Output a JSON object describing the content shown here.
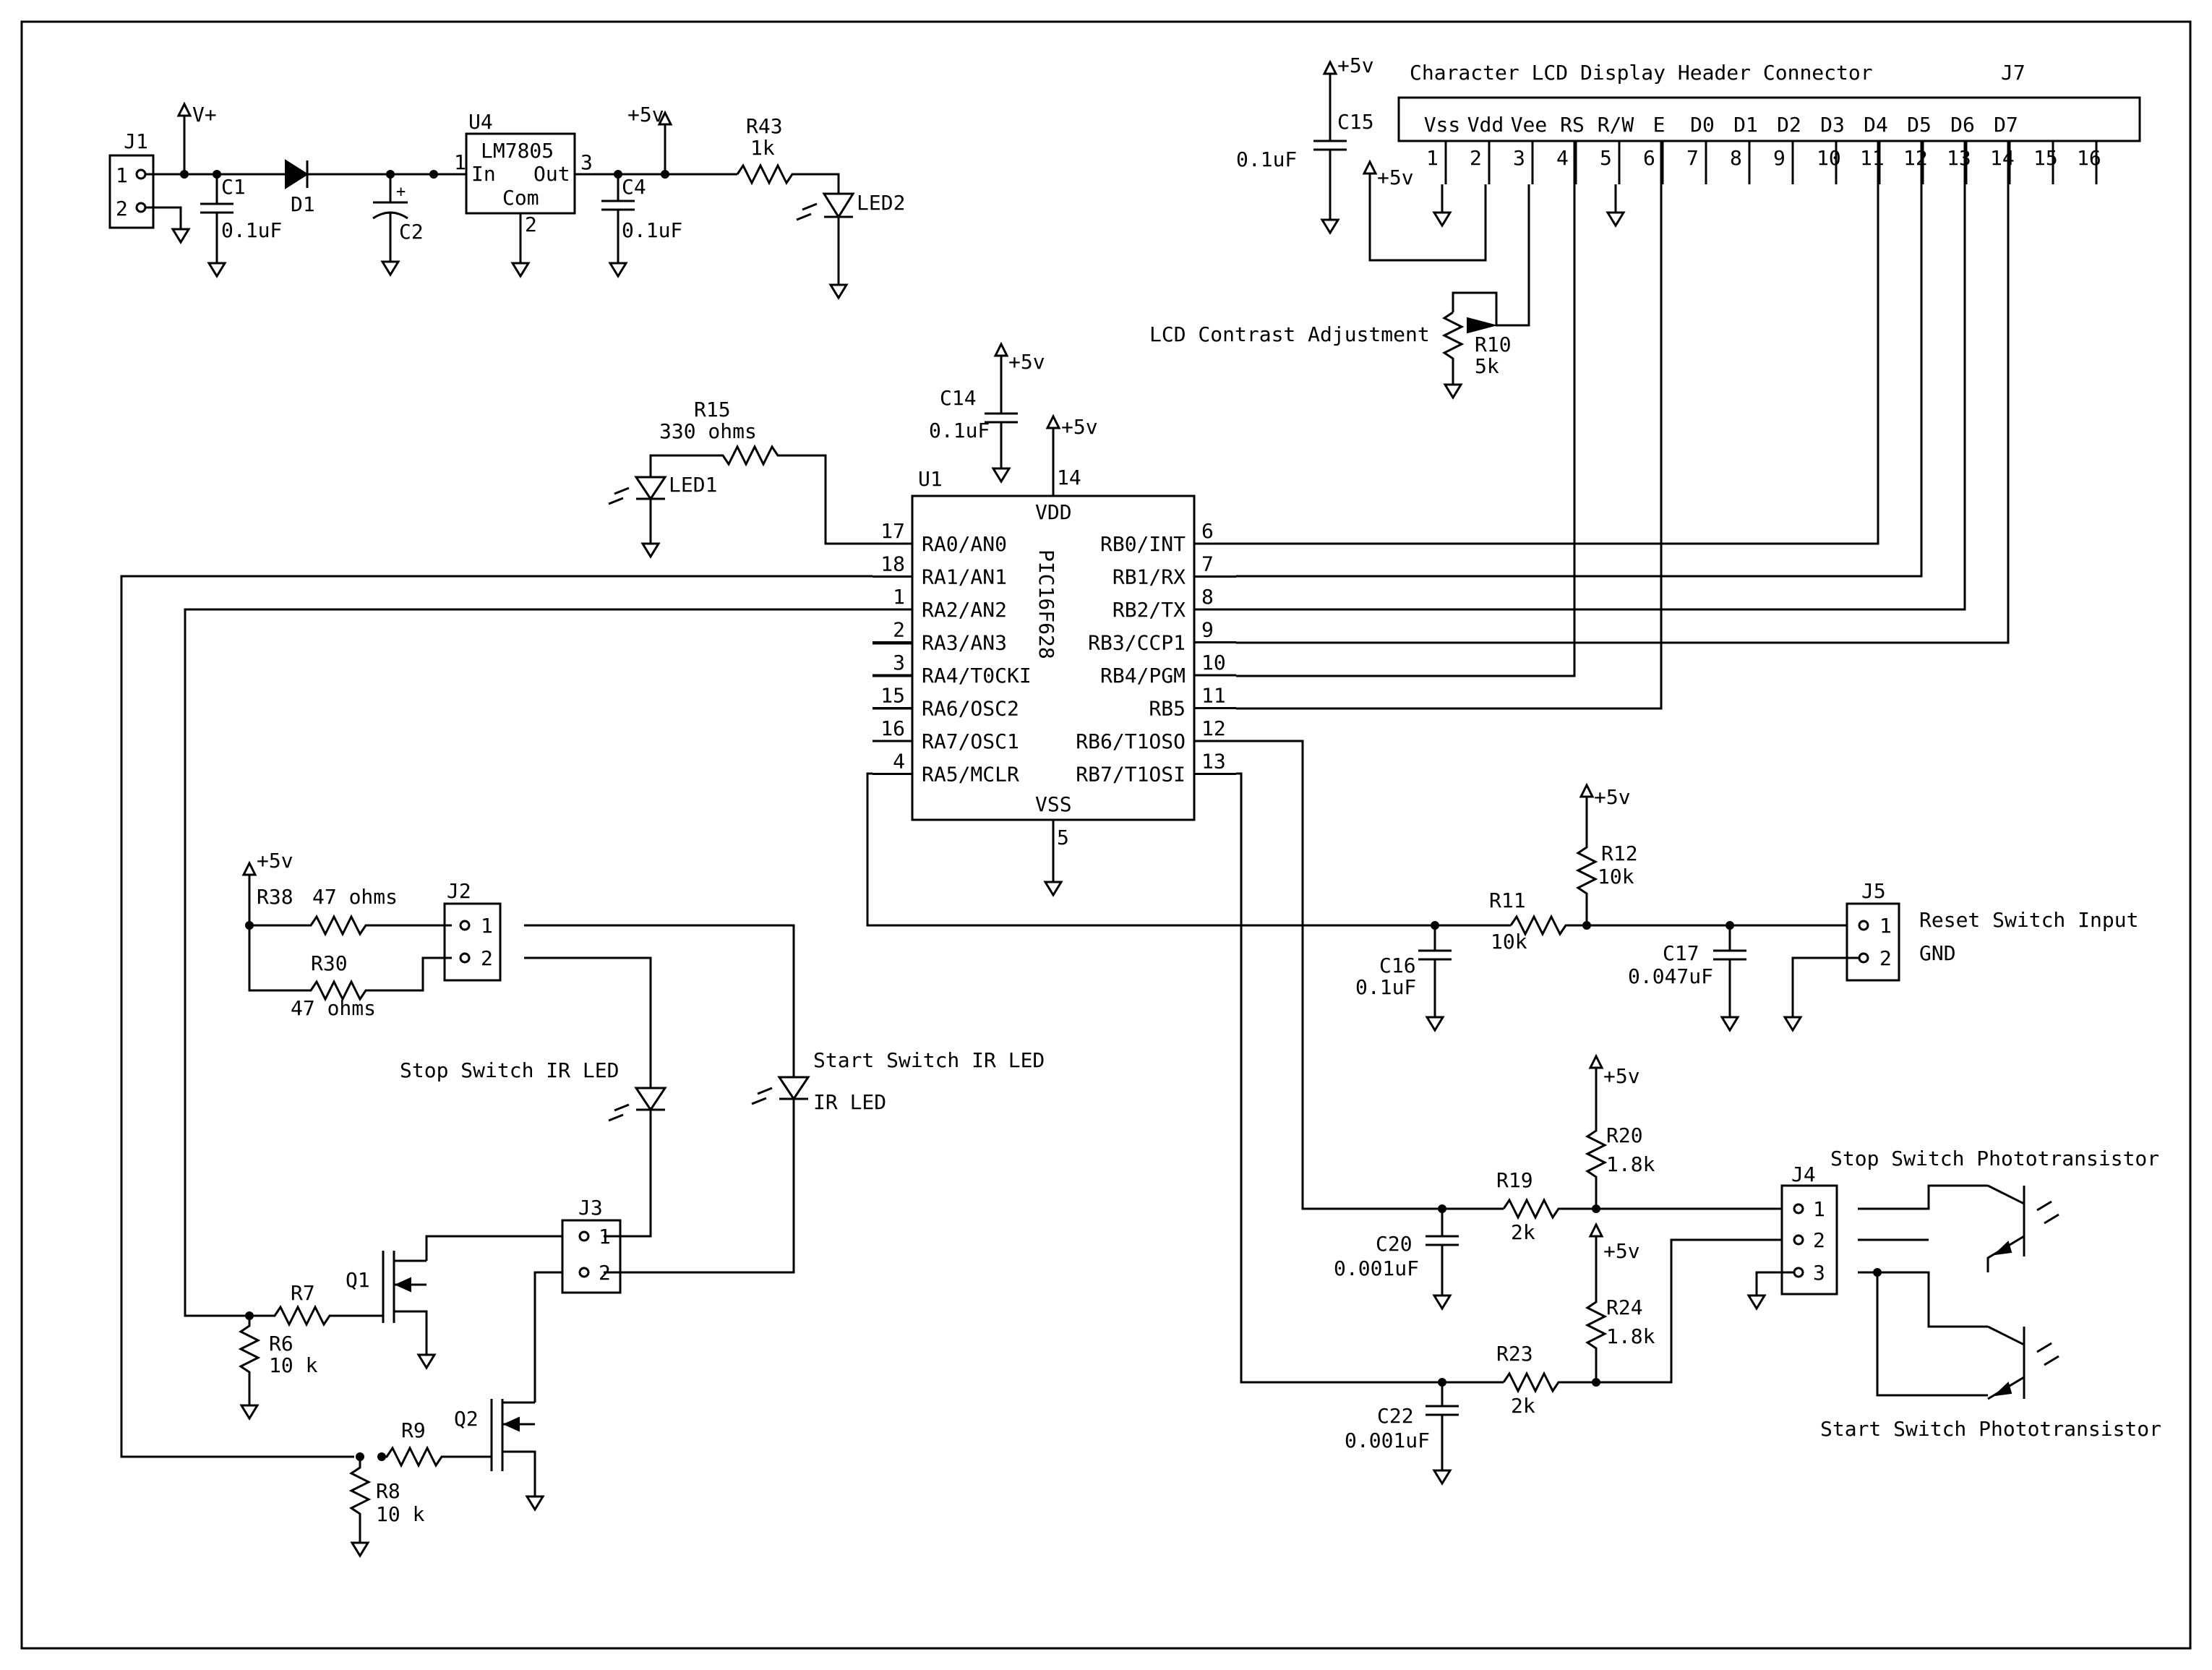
{
  "lcd": {
    "title": "Character LCD Display Header Connector",
    "ref": "J7",
    "pin_names": [
      "Vss",
      "Vdd",
      "Vee",
      "RS",
      "R/W",
      "E",
      "D0",
      "D1",
      "D2",
      "D3",
      "D4",
      "D5",
      "D6",
      "D7"
    ],
    "pin_numbers": [
      "1",
      "2",
      "3",
      "4",
      "5",
      "6",
      "7",
      "8",
      "9",
      "10",
      "11",
      "12",
      "13",
      "14",
      "15",
      "16"
    ]
  },
  "power": {
    "j1": "J1",
    "j1_p1": "1",
    "j1_p2": "2",
    "vplus": "V+",
    "c1": "C1",
    "c1_val": "0.1uF",
    "d1": "D1",
    "c2": "C2",
    "c2_plus": "+",
    "u4": "U4",
    "u4_part": "LM7805",
    "u4_in": "In",
    "u4_out": "Out",
    "u4_com": "Com",
    "u4_p1": "1",
    "u4_p2": "2",
    "u4_p3": "3",
    "c4": "C4",
    "c4_val": "0.1uF",
    "plus5": "+5v",
    "r43": "R43",
    "r43_val": "1k",
    "led2": "LED2"
  },
  "lcd_support": {
    "c15": "C15",
    "c15_val": "0.1uF",
    "contrast_label": "LCD Contrast Adjustment",
    "r10": "R10",
    "r10_val": "5k"
  },
  "mcu": {
    "ref": "U1",
    "part": "PIC16F628",
    "vdd": "VDD",
    "vss": "VSS",
    "vdd_pin": "14",
    "vss_pin": "5",
    "left_pins": [
      {
        "num": "17",
        "name": "RA0/AN0"
      },
      {
        "num": "18",
        "name": "RA1/AN1"
      },
      {
        "num": "1",
        "name": "RA2/AN2"
      },
      {
        "num": "2",
        "name": "RA3/AN3"
      },
      {
        "num": "3",
        "name": "RA4/T0CKI"
      },
      {
        "num": "15",
        "name": "RA6/OSC2"
      },
      {
        "num": "16",
        "name": "RA7/OSC1"
      },
      {
        "num": "4",
        "name": "RA5/MCLR"
      }
    ],
    "right_pins": [
      {
        "num": "6",
        "name": "RB0/INT"
      },
      {
        "num": "7",
        "name": "RB1/RX"
      },
      {
        "num": "8",
        "name": "RB2/TX"
      },
      {
        "num": "9",
        "name": "RB3/CCP1"
      },
      {
        "num": "10",
        "name": "RB4/PGM"
      },
      {
        "num": "11",
        "name": "RB5"
      },
      {
        "num": "12",
        "name": "RB6/T1OSO"
      },
      {
        "num": "13",
        "name": "RB7/T1OSI"
      }
    ],
    "c14": "C14",
    "c14_val": "0.1uF",
    "r15": "R15",
    "r15_val": "330 ohms",
    "led1": "LED1"
  },
  "reset": {
    "c16": "C16",
    "c16_val": "0.1uF",
    "r11": "R11",
    "r11_val": "10k",
    "r12": "R12",
    "r12_val": "10k",
    "c17": "C17",
    "c17_val": "0.047uF",
    "j5": "J5",
    "j5_p1": "1",
    "j5_p2": "2",
    "label_input": "Reset Switch Input",
    "label_gnd": "GND"
  },
  "ir": {
    "r38": "R38",
    "r38_val": "47 ohms",
    "r30": "R30",
    "r30_val": "47 ohms",
    "j2": "J2",
    "j2_p1": "1",
    "j2_p2": "2",
    "stop_led": "Stop Switch IR LED",
    "start_led": "Start Switch IR LED",
    "ir_led": "IR LED",
    "j3": "J3",
    "j3_p1": "1",
    "j3_p2": "2",
    "q1": "Q1",
    "q2": "Q2",
    "r7": "R7",
    "r6": "R6",
    "r6_val": "10 k",
    "r9": "R9",
    "r8": "R8",
    "r8_val": "10 k"
  },
  "photo": {
    "r19": "R19",
    "r19_val": "2k",
    "c20": "C20",
    "c20_val": "0.001uF",
    "r20": "R20",
    "r20_val": "1.8k",
    "r23": "R23",
    "r23_val": "2k",
    "c22": "C22",
    "c22_val": "0.001uF",
    "r24": "R24",
    "r24_val": "1.8k",
    "j4": "J4",
    "j4_p1": "1",
    "j4_p2": "2",
    "j4_p3": "3",
    "stop_pt": "Stop Switch Phototransistor",
    "start_pt": "Start Switch Phototransistor"
  }
}
